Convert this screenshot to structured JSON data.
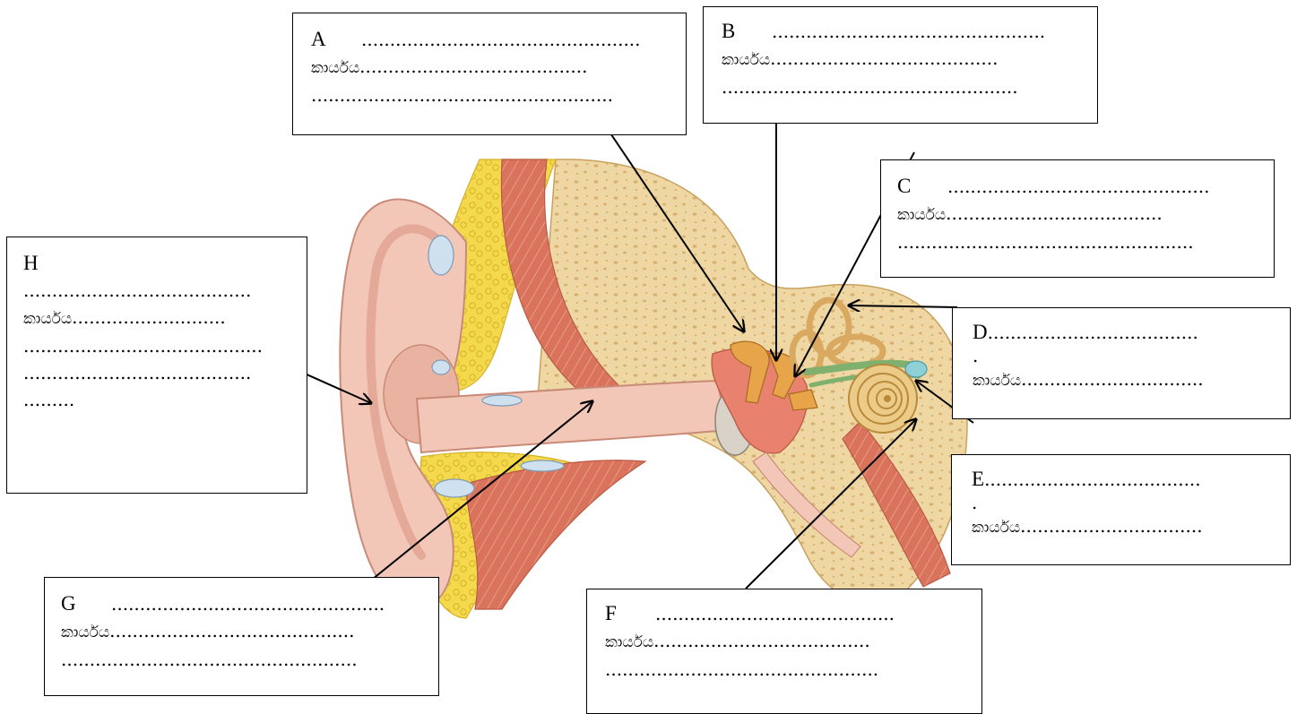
{
  "boxes": {
    "A": {
      "letter": "A",
      "line1": ".................................................",
      "line2_label": "කාර්යය",
      "line2": "........................................",
      "line3": "....................................................."
    },
    "B": {
      "letter": "B",
      "line1": "................................................",
      "line2_label": "කාර්යය",
      "line2": "........................................",
      "line3": "...................................................."
    },
    "C": {
      "letter": "C",
      "line1": "..............................................",
      "line2_label": "කාර්යය",
      "line2": "......................................",
      "line3": "...................................................."
    },
    "D": {
      "letter": "D",
      "line1": ".....................................",
      "line1b": ".",
      "line2_label": "කාර්යය",
      "line2": "................................"
    },
    "E": {
      "letter": "E",
      "line1": "......................................",
      "line1b": ".",
      "line2_label": "කාර්යය",
      "line2": "................................"
    },
    "F": {
      "letter": "F",
      "line1": "..........................................",
      "line2_label": "කාර්යය",
      "line2": "......................................",
      "line3": "................................................"
    },
    "G": {
      "letter": "G",
      "line1": "................................................",
      "line2_label": "කාර්යය",
      "line2": "...........................................",
      "line3": "...................................................."
    },
    "H": {
      "letter": "H",
      "line1": "........................................",
      "line2_label": "කාර්යය",
      "line2": "...........................",
      "line3": "..........................................",
      "line4": "........................................",
      "line5": "........."
    }
  },
  "colors": {
    "skin": "#f2c7b8",
    "skin_dark": "#dc9a87",
    "bone": "#efd7a3",
    "fat": "#f4d94c",
    "muscle": "#d9735c",
    "cartilage": "#cfe0ee",
    "ossicle": "#e7a449",
    "cochlea": "#d9a961",
    "nerve": "#7fb06e",
    "line": "#000000"
  }
}
